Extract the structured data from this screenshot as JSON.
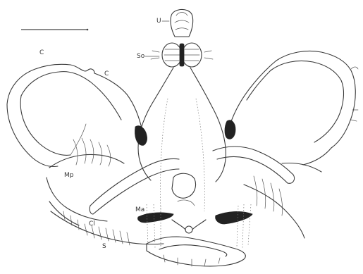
{
  "figure": {
    "labels": {
      "c_top": "C",
      "c_side": "C",
      "u": "U",
      "so": "So",
      "mp": "Mp",
      "ma": "Ma",
      "cl": "Cl",
      "s": "S"
    },
    "colors": {
      "ink": "#3a3a3a",
      "dark_ink": "#222222",
      "paper": "#ffffff"
    }
  }
}
